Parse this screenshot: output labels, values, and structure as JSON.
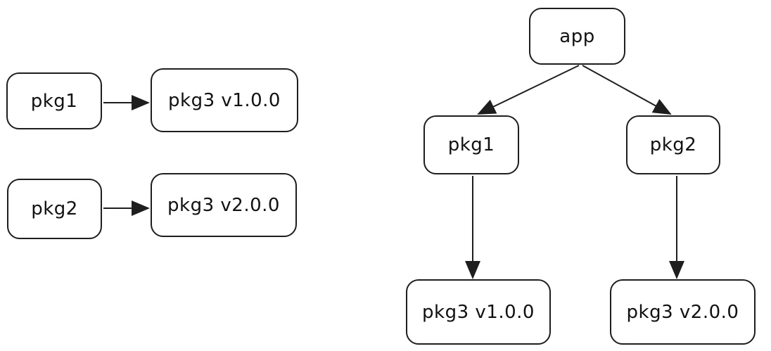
{
  "diagram": {
    "style": {
      "background_color": "#ffffff",
      "stroke_color": "#1e1e1e",
      "text_color": "#111111"
    },
    "left_graph": {
      "rows": [
        {
          "source": "pkg1",
          "target": "pkg3 v1.0.0"
        },
        {
          "source": "pkg2",
          "target": "pkg3 v2.0.0"
        }
      ],
      "edges": [
        {
          "from": "pkg1",
          "to": "pkg3 v1.0.0"
        },
        {
          "from": "pkg2",
          "to": "pkg3 v2.0.0"
        }
      ]
    },
    "right_tree": {
      "root": "app",
      "children": [
        "pkg1",
        "pkg2"
      ],
      "leaves": [
        "pkg3 v1.0.0",
        "pkg3 v2.0.0"
      ],
      "edges": [
        {
          "from": "app",
          "to": "pkg1"
        },
        {
          "from": "app",
          "to": "pkg2"
        },
        {
          "from": "pkg1",
          "to": "pkg3 v1.0.0"
        },
        {
          "from": "pkg2",
          "to": "pkg3 v2.0.0"
        }
      ]
    }
  }
}
